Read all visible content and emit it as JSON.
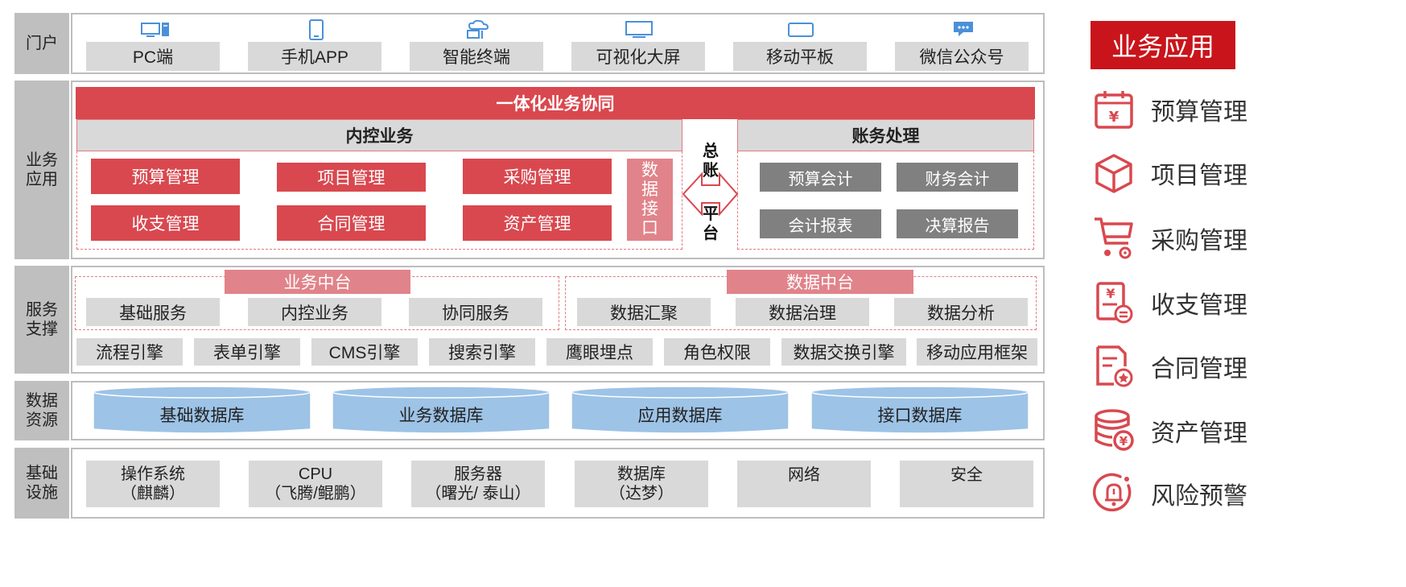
{
  "portal": {
    "label": "门户",
    "items": [
      {
        "icon": "desktop-icon",
        "label": "PC端"
      },
      {
        "icon": "mobile-phone-icon",
        "label": "手机APP"
      },
      {
        "icon": "cloud-terminal-icon",
        "label": "智能终端"
      },
      {
        "icon": "large-screen-icon",
        "label": "可视化大屏"
      },
      {
        "icon": "tablet-icon",
        "label": "移动平板"
      },
      {
        "icon": "chat-bubble-icon",
        "label": "微信公众号"
      }
    ]
  },
  "business": {
    "label": "业务\n应用",
    "banner": "一体化业务协同",
    "internal": {
      "title": "内控业务",
      "items": [
        "预算管理",
        "项目管理",
        "采购管理",
        "收支管理",
        "合同管理",
        "资产管理"
      ],
      "interface": "数\n据\n接\n口"
    },
    "ledger_top": "总\n账",
    "ledger_bottom": "平\n台",
    "accounting": {
      "title": "账务处理",
      "items": [
        "预算会计",
        "财务会计",
        "会计报表",
        "决算报告"
      ]
    }
  },
  "service": {
    "label": "服务\n支撑",
    "biz_middle": {
      "title": "业务中台",
      "items": [
        "基础服务",
        "内控业务",
        "协同服务"
      ]
    },
    "data_middle": {
      "title": "数据中台",
      "items": [
        "数据汇聚",
        "数据治理",
        "数据分析"
      ]
    },
    "engines": [
      "流程引擎",
      "表单引擎",
      "CMS引擎",
      "搜索引擎",
      "鹰眼埋点",
      "角色权限",
      "数据交换引擎",
      "移动应用框架"
    ]
  },
  "data_resource": {
    "label": "数据\n资源",
    "items": [
      "基础数据库",
      "业务数据库",
      "应用数据库",
      "接口数据库"
    ]
  },
  "infrastructure": {
    "label": "基础\n设施",
    "items": [
      "操作系统\n（麒麟）",
      "CPU\n（飞腾/鲲鹏）",
      "服务器\n（曙光/ 泰山）",
      "数据库\n（达梦）",
      "网络",
      "安全"
    ]
  },
  "sidebar": {
    "title": "业务应用",
    "items": [
      {
        "icon": "calendar-yuan-icon",
        "label": "预算管理"
      },
      {
        "icon": "cube-icon",
        "label": "项目管理"
      },
      {
        "icon": "shopping-cart-icon",
        "label": "采购管理"
      },
      {
        "icon": "yuan-document-icon",
        "label": "收支管理"
      },
      {
        "icon": "contract-document-icon",
        "label": "合同管理"
      },
      {
        "icon": "coin-stack-icon",
        "label": "资产管理"
      },
      {
        "icon": "alarm-bell-icon",
        "label": "风险预警"
      }
    ]
  },
  "colors": {
    "accent": "#d9484f",
    "light_accent": "#e1838a",
    "gray_box": "#d9d9d9",
    "dark_box": "#808080",
    "row_label": "#bfbfbf",
    "db_blue": "#9dc3e6",
    "icon_blue": "#4a90d9"
  }
}
